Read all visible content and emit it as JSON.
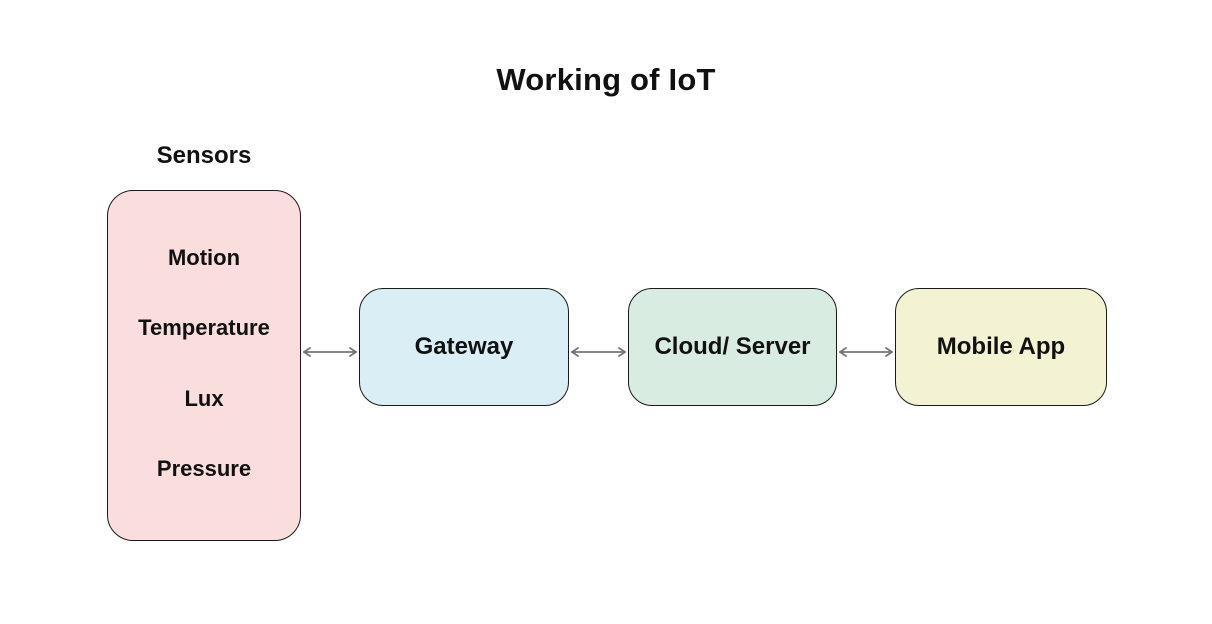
{
  "title": "Working of IoT",
  "sensors": {
    "heading": "Sensors",
    "items": [
      "Motion",
      "Temperature",
      "Lux",
      "Pressure"
    ]
  },
  "nodes": {
    "gateway": {
      "label": "Gateway"
    },
    "cloud": {
      "label": "Cloud/ Server"
    },
    "mobile": {
      "label": "Mobile App"
    }
  },
  "connections": [
    {
      "from": "Sensors",
      "to": "Gateway",
      "direction": "bidirectional"
    },
    {
      "from": "Gateway",
      "to": "Cloud/ Server",
      "direction": "bidirectional"
    },
    {
      "from": "Cloud/ Server",
      "to": "Mobile App",
      "direction": "bidirectional"
    }
  ],
  "colors": {
    "background": "#ffffff",
    "sensors_box": "#f9dedd",
    "gateway_box": "#daeef6",
    "cloud_box": "#d9ece1",
    "mobile_box": "#f3f3d4",
    "box_border": "#1a1a1a",
    "arrow": "#757575",
    "text": "#111111"
  }
}
